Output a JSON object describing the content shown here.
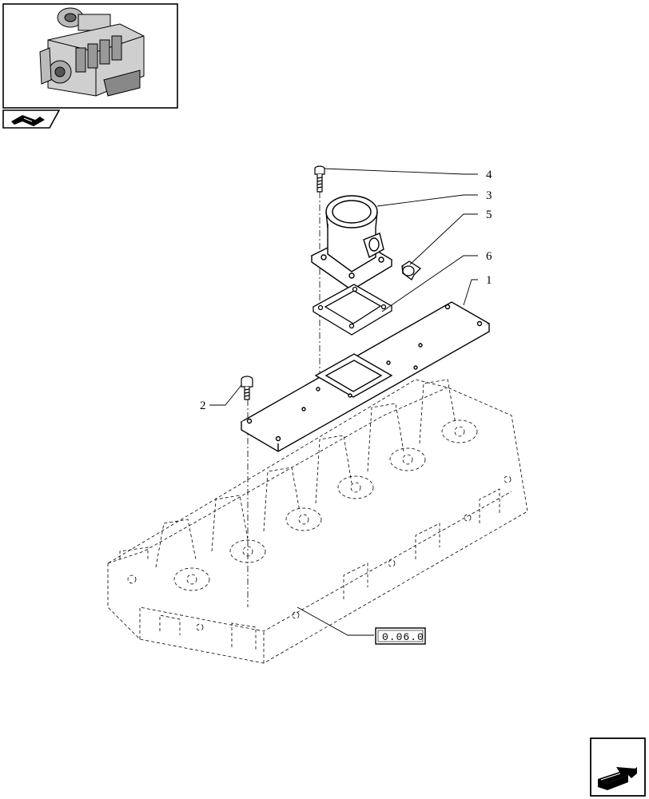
{
  "thumbnail": {
    "icon": "engine-thumbnail-icon"
  },
  "section_tab": {
    "icon": "section-part-icon"
  },
  "callouts": [
    {
      "id": "4",
      "label": "4"
    },
    {
      "id": "3",
      "label": "3"
    },
    {
      "id": "5",
      "label": "5"
    },
    {
      "id": "6",
      "label": "6"
    },
    {
      "id": "1",
      "label": "1"
    },
    {
      "id": "2",
      "label": "2"
    }
  ],
  "reference": {
    "label": "0.06.0"
  },
  "navigation": {
    "next_icon": "next-page-arrow-icon"
  },
  "colors": {
    "line": "#000000",
    "ghost": "#000000",
    "background": "#ffffff"
  }
}
